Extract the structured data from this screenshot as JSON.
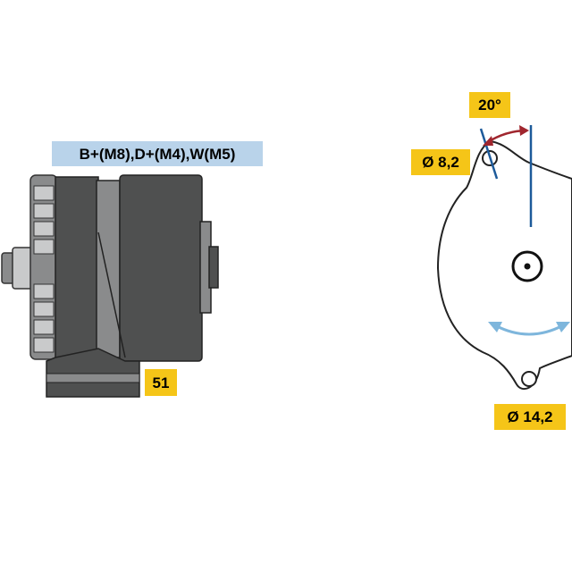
{
  "labels": {
    "terminals": "B+(M8),D+(M4),W(M5)",
    "length": "51",
    "angle": "20°",
    "small_hole": "Ø 8,2",
    "large_hole": "Ø 14,2"
  },
  "colors": {
    "yellow_tag": "#f5c518",
    "blue_tag": "#b9d3ea",
    "body_dark": "#4f5050",
    "body_mid": "#8a8b8c",
    "body_light": "#c9cacb",
    "angle_arc": "#a0262e",
    "axis_line": "#1d5a9a",
    "rotation_arrow": "#7eb6dc"
  }
}
